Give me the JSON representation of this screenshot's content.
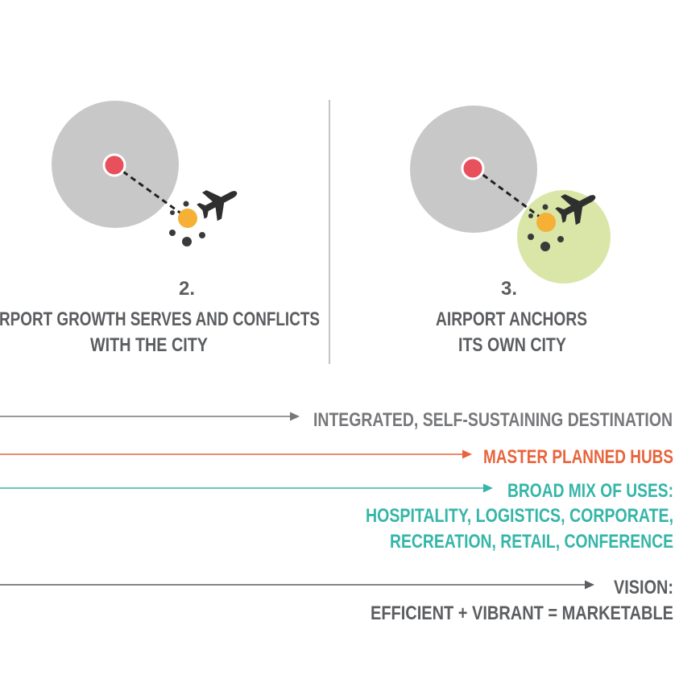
{
  "panels": [
    {
      "number": "2.",
      "caption_line1": "RPORT GROWTH SERVES AND CONFLICTS",
      "caption_line2": "WITH THE CITY"
    },
    {
      "number": "3.",
      "caption_line1": "AIRPORT ANCHORS",
      "caption_line2": "ITS OWN CITY"
    }
  ],
  "timeline": [
    {
      "lines": [
        "INTEGRATED, SELF-SUSTAINING DESTINATION"
      ],
      "color": "#77787b"
    },
    {
      "lines": [
        "MASTER PLANNED HUBS"
      ],
      "color": "#e8643c"
    },
    {
      "lines": [
        "BROAD MIX OF USES:",
        "HOSPITALITY, LOGISTICS, CORPORATE,",
        "RECREATION, RETAIL, CONFERENCE"
      ],
      "color": "#35b6a8"
    },
    {
      "lines": [
        "VISION:",
        "EFFICIENT + VIBRANT = MARKETABLE"
      ],
      "color": "#5b5d60"
    }
  ],
  "colors": {
    "city": "#c8c8c8",
    "city_center": "#e8505b",
    "airport": "#f5b035",
    "dots": "#3a3a3a",
    "own_city": "#d9e6a8",
    "divider": "#b0b0b0",
    "heading_text": "#5b5d60",
    "plane": "#2f2f2f"
  },
  "icons": {
    "plane": "airplane-icon"
  }
}
